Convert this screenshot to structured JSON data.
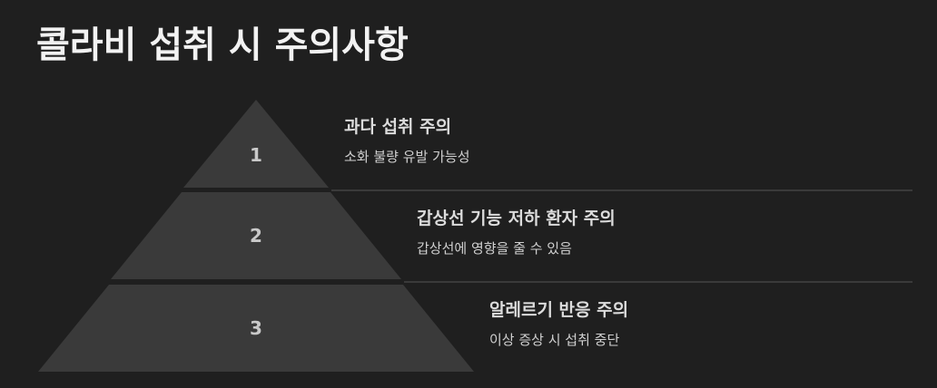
{
  "title": "콜라비 섭취 시 주의사항",
  "levels": [
    {
      "number": "1",
      "title": "과다 섭취 주의",
      "description": "소화 불량 유발 가능성"
    },
    {
      "number": "2",
      "title": "갑상선 기능 저하 환자 주의",
      "description": "갑상선에 영향을 줄 수 있음"
    },
    {
      "number": "3",
      "title": "알레르기 반응 주의",
      "description": "이상 증상 시 섭취 중단"
    }
  ],
  "colors": {
    "background": "#1f1f1f",
    "pyramid_fill": "#3a3a3a",
    "divider": "#3a3a3a",
    "text": "#e8e8e8"
  }
}
